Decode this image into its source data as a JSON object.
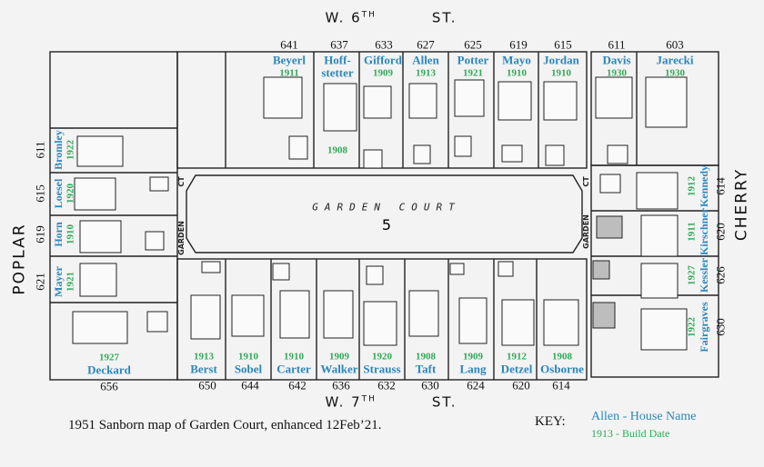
{
  "streets": {
    "north": {
      "prefix": "W. 6",
      "sup": "TH",
      "suffix": "ST."
    },
    "south": {
      "prefix": "W. 7",
      "sup": "TH",
      "suffix": "ST."
    },
    "west": "POPLAR",
    "east": "CHERRY"
  },
  "court": {
    "name": "GARDEN COURT",
    "block_number": "5",
    "side_label_1": "GARDEN",
    "side_label_2": "CT"
  },
  "lots_north": [
    {
      "address": "641",
      "name": "Beyerl",
      "year": "1911"
    },
    {
      "address": "637",
      "name": "Hoff-",
      "name2": "stetter",
      "year": "1908"
    },
    {
      "address": "633",
      "name": "Gifford",
      "year": "1909"
    },
    {
      "address": "627",
      "name": "Allen",
      "year": "1913"
    },
    {
      "address": "625",
      "name": "Potter",
      "year": "1921"
    },
    {
      "address": "619",
      "name": "Mayo",
      "year": "1910"
    },
    {
      "address": "615",
      "name": "Jordan",
      "year": "1910"
    },
    {
      "address": "611",
      "name": "Davis",
      "year": "1930"
    },
    {
      "address": "603",
      "name": "Jarecki",
      "year": "1930"
    }
  ],
  "lots_south": [
    {
      "address": "650",
      "name": "Berst",
      "year": "1913"
    },
    {
      "address": "644",
      "name": "Sobel",
      "year": "1910"
    },
    {
      "address": "642",
      "name": "Carter",
      "year": "1910"
    },
    {
      "address": "636",
      "name": "Walker",
      "year": "1909"
    },
    {
      "address": "632",
      "name": "Strauss",
      "year": "1920"
    },
    {
      "address": "630",
      "name": "Taft",
      "year": "1908"
    },
    {
      "address": "624",
      "name": "Lang",
      "year": "1909"
    },
    {
      "address": "620",
      "name": "Detzel",
      "year": "1912"
    },
    {
      "address": "614",
      "name": "Osborne",
      "year": "1908"
    }
  ],
  "lots_west": [
    {
      "address": "611",
      "name": "Bromley",
      "year": "1922"
    },
    {
      "address": "615",
      "name": "Loesel",
      "year": "1920"
    },
    {
      "address": "619",
      "name": "Horn",
      "year": "1910"
    },
    {
      "address": "621",
      "name": "Mayer",
      "year": "1921"
    },
    {
      "address": "656",
      "name": "Deckard",
      "year": "1927"
    }
  ],
  "lots_east": [
    {
      "address": "614",
      "name": "Kennedy",
      "year": "1912"
    },
    {
      "address": "620",
      "name": "Kirschner",
      "year": "1911"
    },
    {
      "address": "626",
      "name": "Kessler",
      "year": "1927"
    },
    {
      "address": "630",
      "name": "Fairgraves",
      "year": "1922"
    }
  ],
  "caption": "1951 Sanborn map of Garden Court, enhanced 12Feb’21.",
  "key": {
    "title": "KEY:",
    "name_example": "Allen - House Name",
    "year_example": "1913 - Build Date"
  },
  "colors": {
    "house_name": "#2b86bd",
    "build_date": "#2faa57",
    "ink": "#111111",
    "paper": "#f3f3f3"
  }
}
